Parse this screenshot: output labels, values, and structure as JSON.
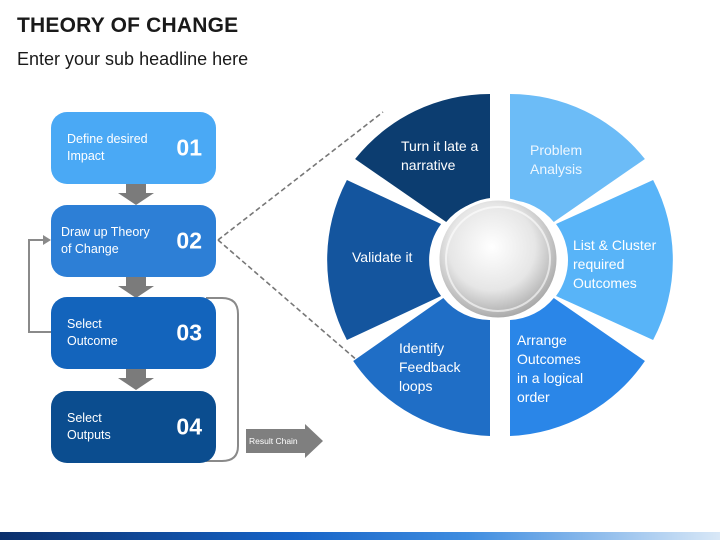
{
  "title": "THEORY OF CHANGE",
  "subtitle": "Enter your sub headline here",
  "steps": [
    {
      "label": "Define desired\nImpact",
      "number": "01"
    },
    {
      "label": "Draw up Theory\nof Change",
      "number": "02"
    },
    {
      "label": "Select\nOutcome",
      "number": "03"
    },
    {
      "label": "Select\nOutputs",
      "number": "04"
    }
  ],
  "result_chain": "Result Chain",
  "wheel": [
    {
      "label": "Problem\nAnalysis"
    },
    {
      "label": "List & Cluster\nrequired\nOutcomes"
    },
    {
      "label": "Arrange\nOutcomes\nin a logical\norder"
    },
    {
      "label": "Identify\nFeedback\nloops"
    },
    {
      "label": "Validate it"
    },
    {
      "label": "Turn it late a\nnarrative"
    }
  ],
  "colors": {
    "step1": "#4aa9f5",
    "step2": "#2d7fd6",
    "step3": "#1364bc",
    "step4": "#0b4d8f",
    "wheel_problem": "#6cbcf7",
    "wheel_list": "#58b4f8",
    "wheel_arrange": "#2a86e8",
    "wheel_identify": "#1f6ec6",
    "wheel_validate": "#14559e",
    "wheel_turn": "#0c3d70",
    "connector": "#8a8a8a"
  }
}
